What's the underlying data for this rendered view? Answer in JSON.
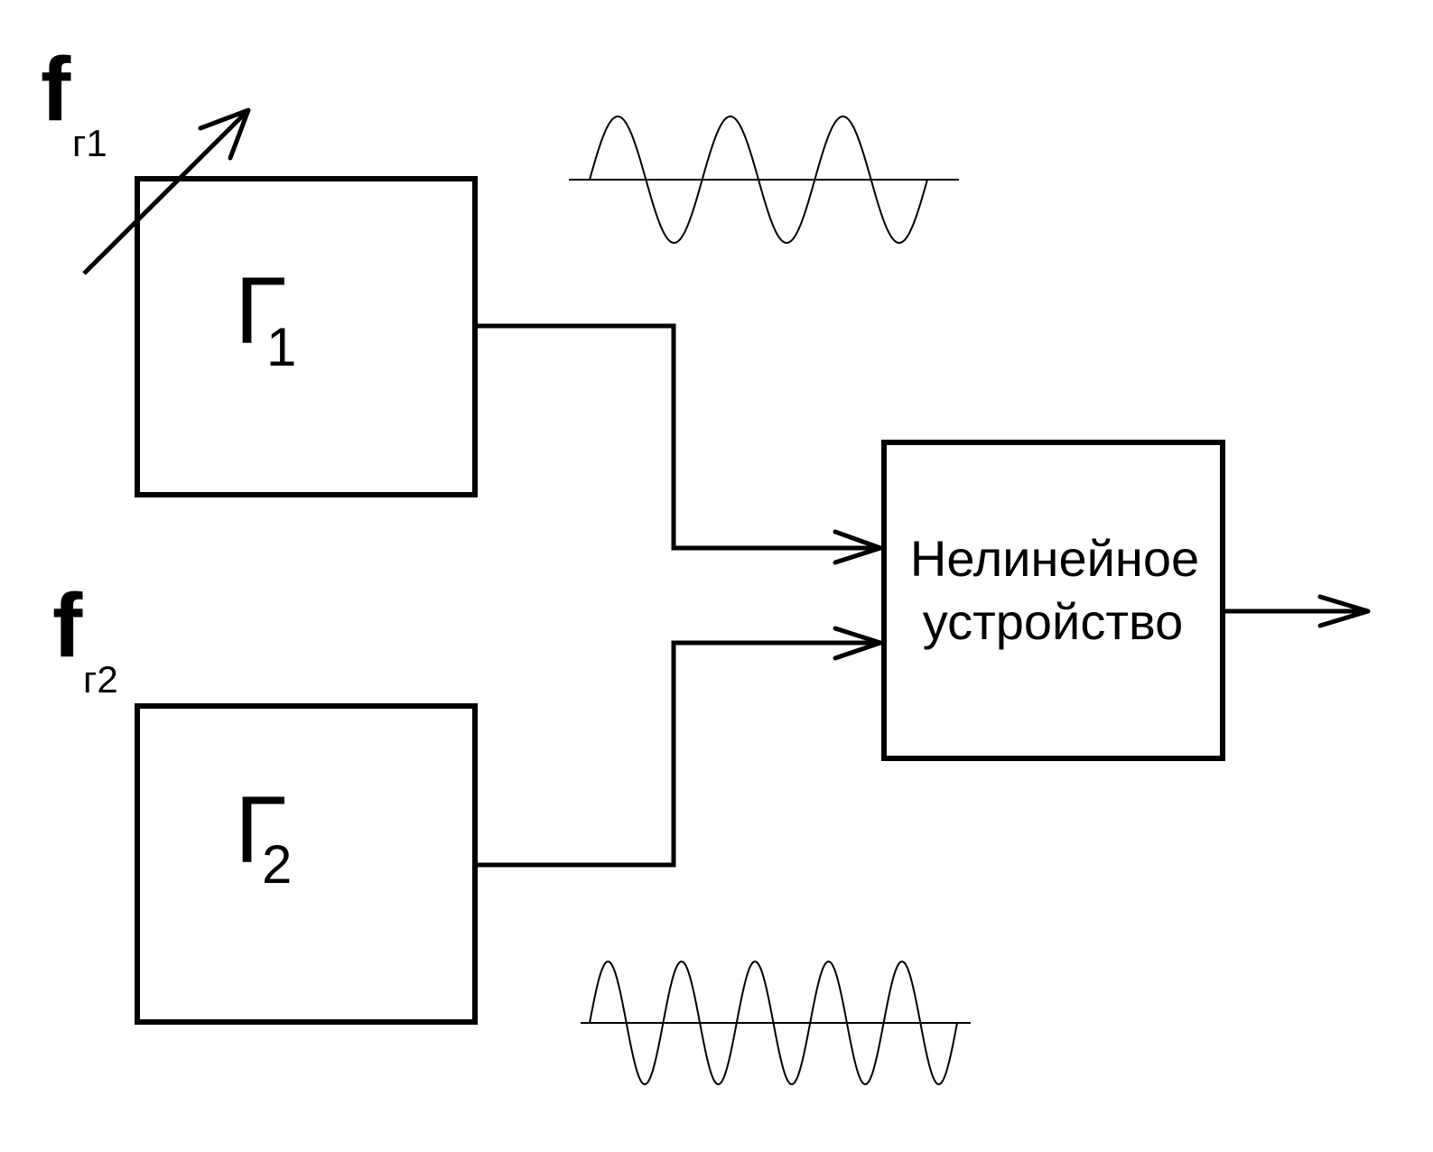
{
  "generator1": {
    "freq_symbol": "f",
    "freq_subscript": "г1",
    "name": "Г",
    "name_subscript": "1"
  },
  "generator2": {
    "freq_symbol": "f",
    "freq_subscript": "г2",
    "name": "Г",
    "name_subscript": "2"
  },
  "nonlinear_device": {
    "line1": "Нелинейное",
    "line2": "устройство"
  },
  "signals": {
    "top_wave_periods": 3,
    "bottom_wave_periods": 5
  }
}
